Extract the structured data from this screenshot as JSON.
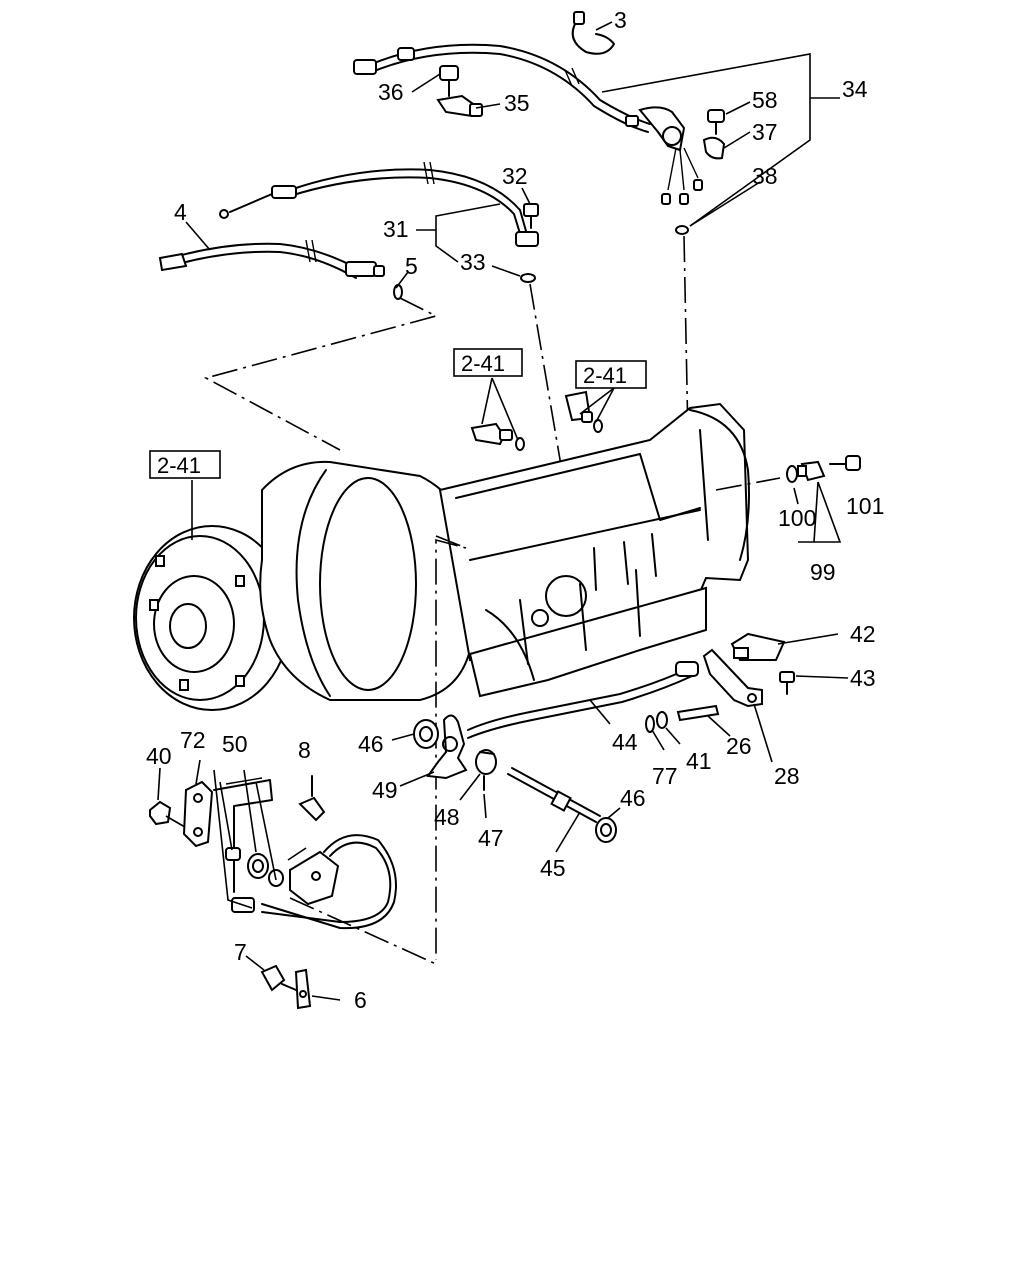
{
  "diagram": {
    "callouts": {
      "c3": "3",
      "c34": "34",
      "c36": "36",
      "c35": "35",
      "c58": "58",
      "c37": "37",
      "c38": "38",
      "c32": "32",
      "c31": "31",
      "c33": "33",
      "c4": "4",
      "c5": "5",
      "c100": "100",
      "c101": "101",
      "c99": "99",
      "c42": "42",
      "c43": "43",
      "c44": "44",
      "c26": "26",
      "c41": "41",
      "c77": "77",
      "c28": "28",
      "c46a": "46",
      "c49": "49",
      "c48": "48",
      "c47": "47",
      "c46b": "46",
      "c45": "45",
      "c40": "40",
      "c72": "72",
      "c50": "50",
      "c8": "8",
      "c7": "7",
      "c6": "6"
    },
    "refs": {
      "r1": "2-41",
      "r2": "2-41",
      "r3": "2-41"
    },
    "icons": [
      "wiring-harness",
      "clamp",
      "bolt",
      "bracket",
      "control-cable",
      "torque-converter",
      "transmission-case",
      "shaft",
      "washer",
      "o-ring",
      "switch",
      "sensor"
    ]
  }
}
